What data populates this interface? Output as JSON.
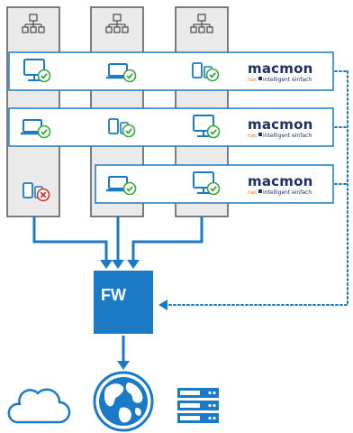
{
  "brand": {
    "name": "macmon",
    "tagline_prefix": "nac",
    "tagline_rest": "intelligent einfach"
  },
  "firewall": {
    "label": "FW"
  },
  "colors": {
    "primary": "#1a7ac6",
    "column_fill": "#eaeaea",
    "column_stroke": "#555555",
    "row_stroke": "#1a7ac6",
    "check": "#3aa63a",
    "deny": "#d0312d",
    "brand_dark": "#1e2f63",
    "brand_orange": "#e07f1a"
  },
  "rows": [
    {
      "devices": [
        {
          "column": 1,
          "type": "desktop-icon",
          "status": "allowed"
        },
        {
          "column": 2,
          "type": "laptop-icon",
          "status": "allowed"
        },
        {
          "column": 3,
          "type": "mobile-tablet-icon",
          "status": "allowed"
        }
      ]
    },
    {
      "devices": [
        {
          "column": 1,
          "type": "laptop-icon",
          "status": "allowed"
        },
        {
          "column": 2,
          "type": "mobile-tablet-icon",
          "status": "allowed"
        },
        {
          "column": 3,
          "type": "desktop-icon",
          "status": "allowed"
        }
      ]
    },
    {
      "devices": [
        {
          "column": 1,
          "type": "mobile-tablet-icon",
          "status": "denied"
        },
        {
          "column": 2,
          "type": "laptop-icon",
          "status": "allowed"
        },
        {
          "column": 3,
          "type": "desktop-icon",
          "status": "allowed"
        }
      ]
    }
  ],
  "bottom_icons": [
    "cloud-icon",
    "globe-icon",
    "server-rack-icon"
  ]
}
